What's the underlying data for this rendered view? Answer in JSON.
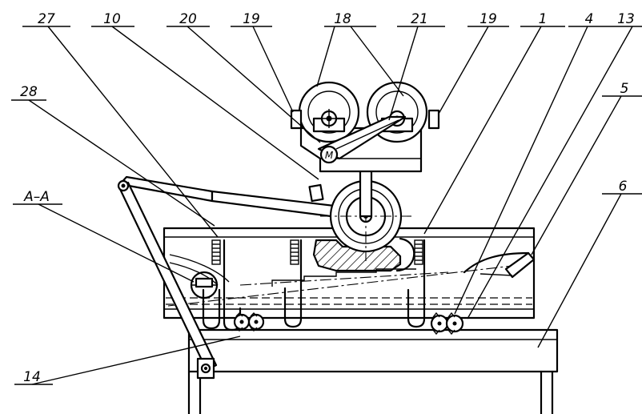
{
  "callouts": {
    "c27": "27",
    "c10": "10",
    "c20": "20",
    "c19_left": "19",
    "c18": "18",
    "c21": "21",
    "c19_right": "19",
    "c1": "1",
    "c4": "4",
    "c13": "13",
    "c5": "5",
    "c28": "28",
    "c6": "6",
    "cAA": "А–А",
    "c14": "14"
  },
  "motor_label": "М",
  "colors": {
    "line": "#000000",
    "background": "#ffffff"
  }
}
